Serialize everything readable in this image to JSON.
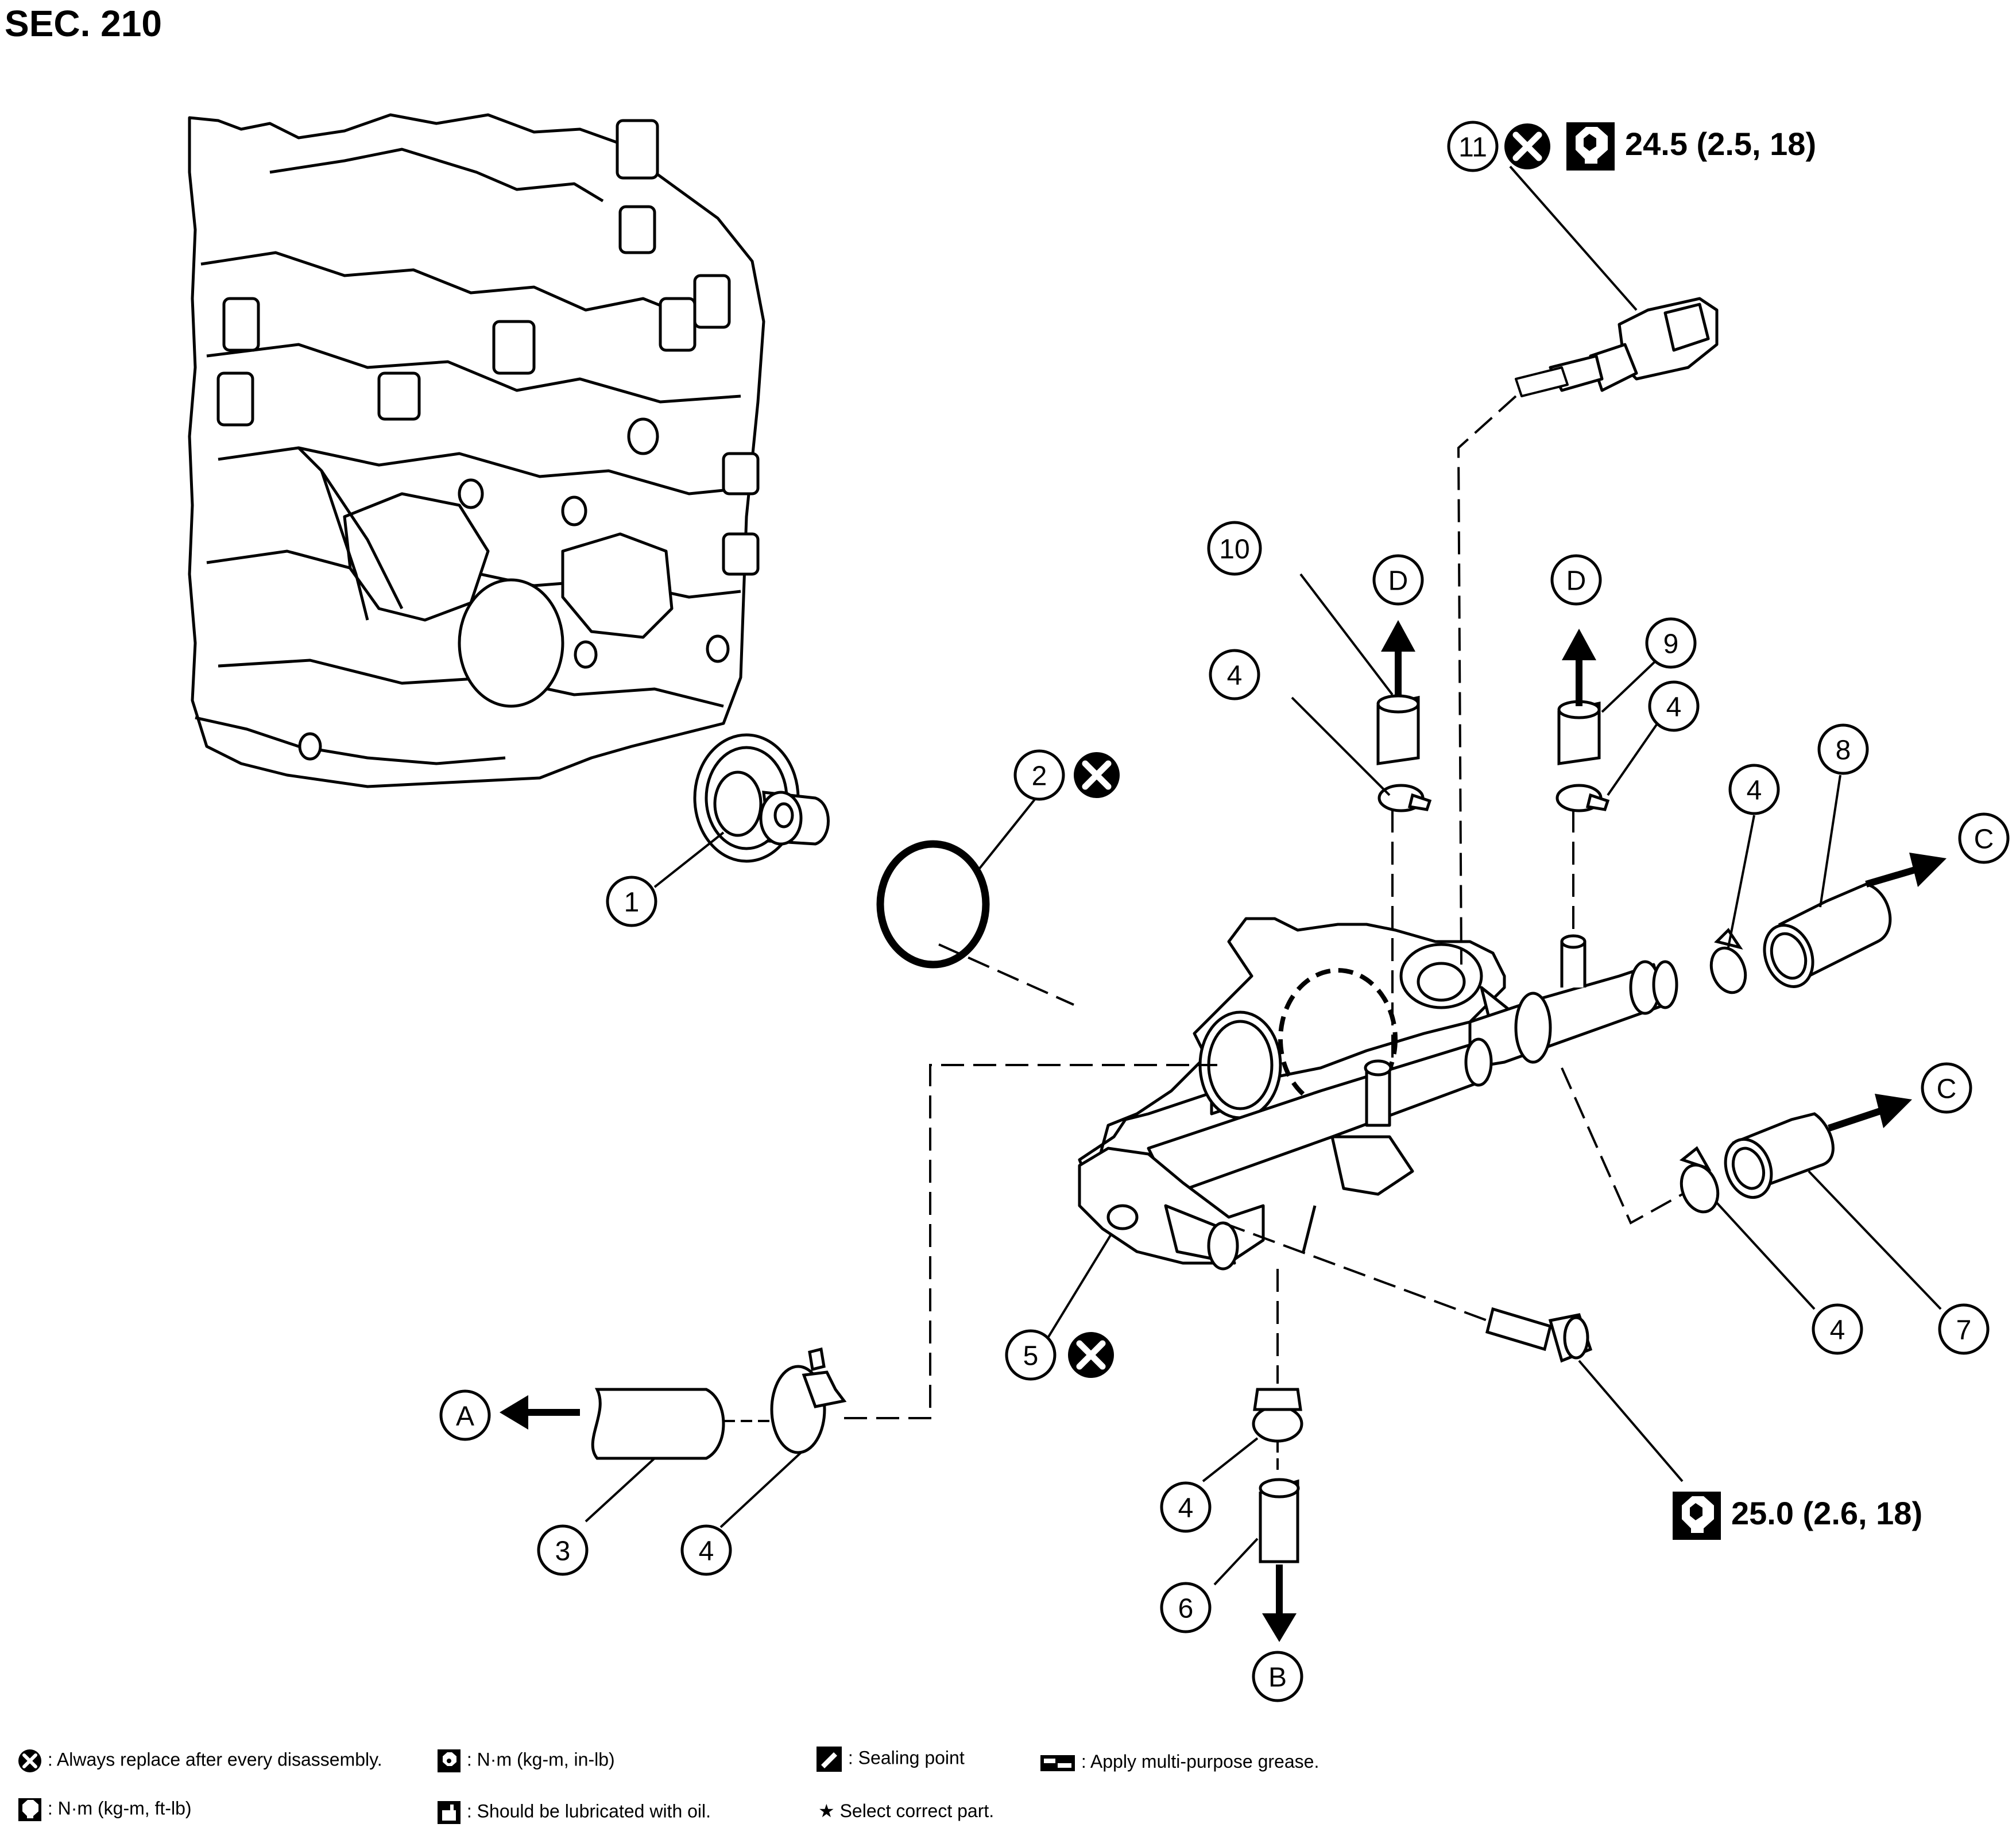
{
  "title": "SEC. 210",
  "torques": {
    "sensor": "24.5 (2.5, 18)",
    "bolt": "25.0 (2.6, 18)"
  },
  "callouts": {
    "c1": "1",
    "c2": "2",
    "c3": "3",
    "c4a": "4",
    "c4b": "4",
    "c4c": "4",
    "c4d": "4",
    "c4e": "4",
    "c4f": "4",
    "c5": "5",
    "c6": "6",
    "c7": "7",
    "c8": "8",
    "c9": "9",
    "c10": "10",
    "c11": "11"
  },
  "connections": {
    "a": "A",
    "b": "B",
    "c1": "C",
    "c2": "C",
    "d1": "D",
    "d2": "D"
  },
  "legend": {
    "replace": ": Always replace after every disassembly.",
    "nm_kgm_ftlb": ": N·m (kg-m, ft-lb)",
    "nm_kgm_inlb": ": N·m (kg-m, in-lb)",
    "lubricate_oil": ": Should be lubricated with oil.",
    "sealing_point": ": Sealing point",
    "select_part": "Select correct part.",
    "grease": ": Apply multi-purpose grease."
  },
  "icons": [
    "replace-x-icon",
    "torque-wrench-icon",
    "torque-wrench-small-icon",
    "oil-can-icon",
    "sealant-icon",
    "star-icon",
    "grease-icon"
  ]
}
